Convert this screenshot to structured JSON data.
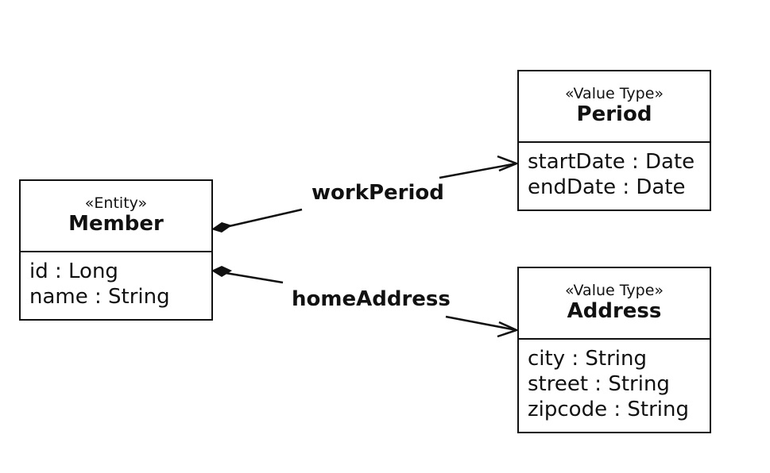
{
  "classes": {
    "member": {
      "stereotype": "«Entity»",
      "name": "Member",
      "attributes": [
        "id : Long",
        "name : String"
      ]
    },
    "period": {
      "stereotype": "«Value Type»",
      "name": "Period",
      "attributes": [
        "startDate : Date",
        "endDate : Date"
      ]
    },
    "address": {
      "stereotype": "«Value Type»",
      "name": "Address",
      "attributes": [
        "city : String",
        "street : String",
        "zipcode : String"
      ]
    }
  },
  "associations": {
    "work_period": {
      "label": "workPeriod",
      "kind": "composition"
    },
    "home_address": {
      "label": "homeAddress",
      "kind": "composition"
    }
  }
}
